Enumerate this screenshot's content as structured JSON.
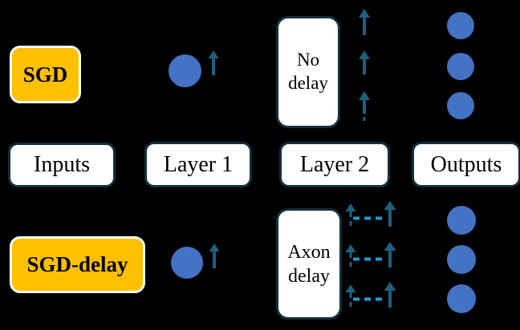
{
  "diagram": {
    "title_semantics": "SGD vs SGD-delay network diagram",
    "badges": {
      "sgd": "SGD",
      "sgd_delay": "SGD-delay"
    },
    "layer_labels": {
      "inputs": "Inputs",
      "layer1": "Layer 1",
      "layer2": "Layer 2",
      "outputs": "Outputs"
    },
    "delay_boxes": {
      "no_delay": {
        "line1": "No",
        "line2": "delay"
      },
      "axon_delay": {
        "line1": "Axon",
        "line2": "delay"
      }
    },
    "neurons": {
      "sgd_row": {
        "layer1_count": 1,
        "output_count": 3
      },
      "sgd_delay_row": {
        "layer1_count": 1,
        "output_count": 3
      }
    },
    "icons": {
      "up_arrow": "↑",
      "dashed_delay_arrow": "↑--↑"
    },
    "colors": {
      "background": "#000000",
      "badge_fill": "#FFC000",
      "box_fill": "#FFFFFF",
      "box_border": "#12303E",
      "neuron_fill": "#4472C4",
      "arrow": "#1D617F",
      "dash": "#1F9AD3"
    }
  }
}
